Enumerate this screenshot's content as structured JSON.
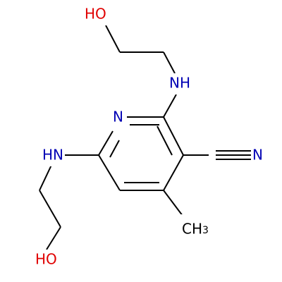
{
  "diagram": {
    "type": "chemical-structure",
    "atom_labels": {
      "top_hydroxyl": "HO",
      "top_amine": "NH",
      "ring_nitrogen": "N",
      "nitrile_nitrogen": "N",
      "left_amine": "HN",
      "methyl": "CH",
      "methyl_subscript": "3",
      "bottom_hydroxyl": "HO"
    },
    "colors": {
      "bond": "#000000",
      "nitrogen": "#0000b4",
      "oxygen": "#e00000",
      "carbon": "#000000"
    }
  }
}
